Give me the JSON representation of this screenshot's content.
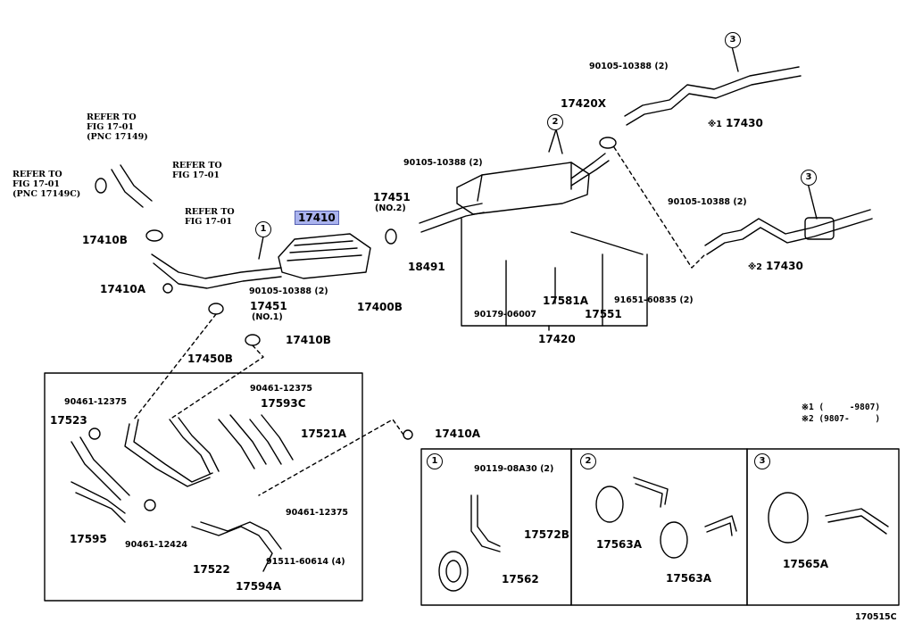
{
  "parts": {
    "p17410": "17410",
    "p17410b_top": "17410B",
    "p17410a_left": "17410A",
    "p90105_cat": "90105-10388 (2)",
    "p17451_no1": "17451",
    "p17451_no1_sub": "(NO.1)",
    "p17410b_mid": "17410B",
    "p17450b": "17450B",
    "p18491": "18491",
    "p17400b": "17400B",
    "p17451_no2": "17451",
    "p17451_no2_sub": "(NO.2)",
    "p90105_muffler": "90105-10388 (2)",
    "p17420x": "17420X",
    "p90105_tail": "90105-10388 (2)",
    "p17430_1": "17430",
    "p17430_1_mark": "※1",
    "p90105_tail2": "90105-10388 (2)",
    "p17430_2": "17430",
    "p17430_2_mark": "※2",
    "p17581a": "17581A",
    "p17551": "17551",
    "p91651": "91651-60835 (2)",
    "p90179": "90179-06007",
    "p17420": "17420",
    "p17410a_mid": "17410A",
    "p90461_a": "90461-12375",
    "p17523": "17523",
    "p17595": "17595",
    "p90461_12424": "90461-12424",
    "p90461_b": "90461-12375",
    "p17593c": "17593C",
    "p17521a": "17521A",
    "p90461_c": "90461-12375",
    "p91511": "91511-60614 (4)",
    "p17522": "17522",
    "p17594a": "17594A"
  },
  "refs": {
    "ref1": "REFER TO\nFIG 17-01\n(PNC 17149)",
    "ref2": "REFER TO\nFIG 17-01\n(PNC 17149C)",
    "ref3": "REFER TO\nFIG 17-01",
    "ref4": "REFER TO\nFIG 17-01"
  },
  "callouts": {
    "c1": "1",
    "c2": "2",
    "c3": "3",
    "c3b": "3"
  },
  "notes": {
    "n1": "※1 (     -9807)",
    "n2": "※2 (9807-     )"
  },
  "detail_boxes": {
    "box1": {
      "num": "1",
      "p90119": "90119-08A30 (2)",
      "p17572b": "17572B",
      "p17562": "17562"
    },
    "box2": {
      "num": "2",
      "p17563a_1": "17563A",
      "p17563a_2": "17563A"
    },
    "box3": {
      "num": "3",
      "p17565a": "17565A"
    }
  },
  "figure_id": "170515C"
}
